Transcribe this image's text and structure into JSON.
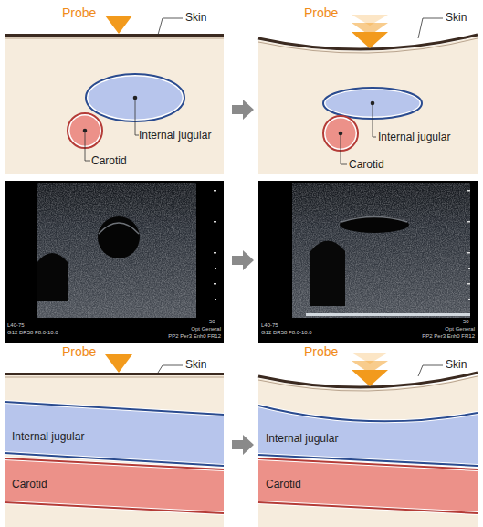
{
  "diagram": {
    "nodes": [
      {
        "text": [
          "Internal jugular"
        ]
      },
      {
        "text": [
          "Carotid"
        ]
      },
      {
        "text": [
          "Internal jugular"
        ]
      },
      {
        "text": [
          "Carotid"
        ]
      },
      {
        "text": [
          "Internal jugular"
        ]
      },
      {
        "text": [
          "Carotid"
        ]
      },
      {
        "text": [
          "Internal jugular"
        ]
      },
      {
        "text": [
          "Carotid"
        ]
      }
    ],
    "labels": [
      "Probe",
      "Skin",
      "Probe",
      "Skin",
      "L40-75",
      "G12 DR58 F8.0-10.0",
      "Opt General",
      "PP2 Per3 Enh0 FR12",
      "50",
      "L40-75",
      "G12 DR58 F8.0-10.0",
      "Opt General",
      "PP2 Per3 Enh0 FR12",
      "50",
      "Probe",
      "Skin",
      "Probe",
      "Skin"
    ]
  }
}
